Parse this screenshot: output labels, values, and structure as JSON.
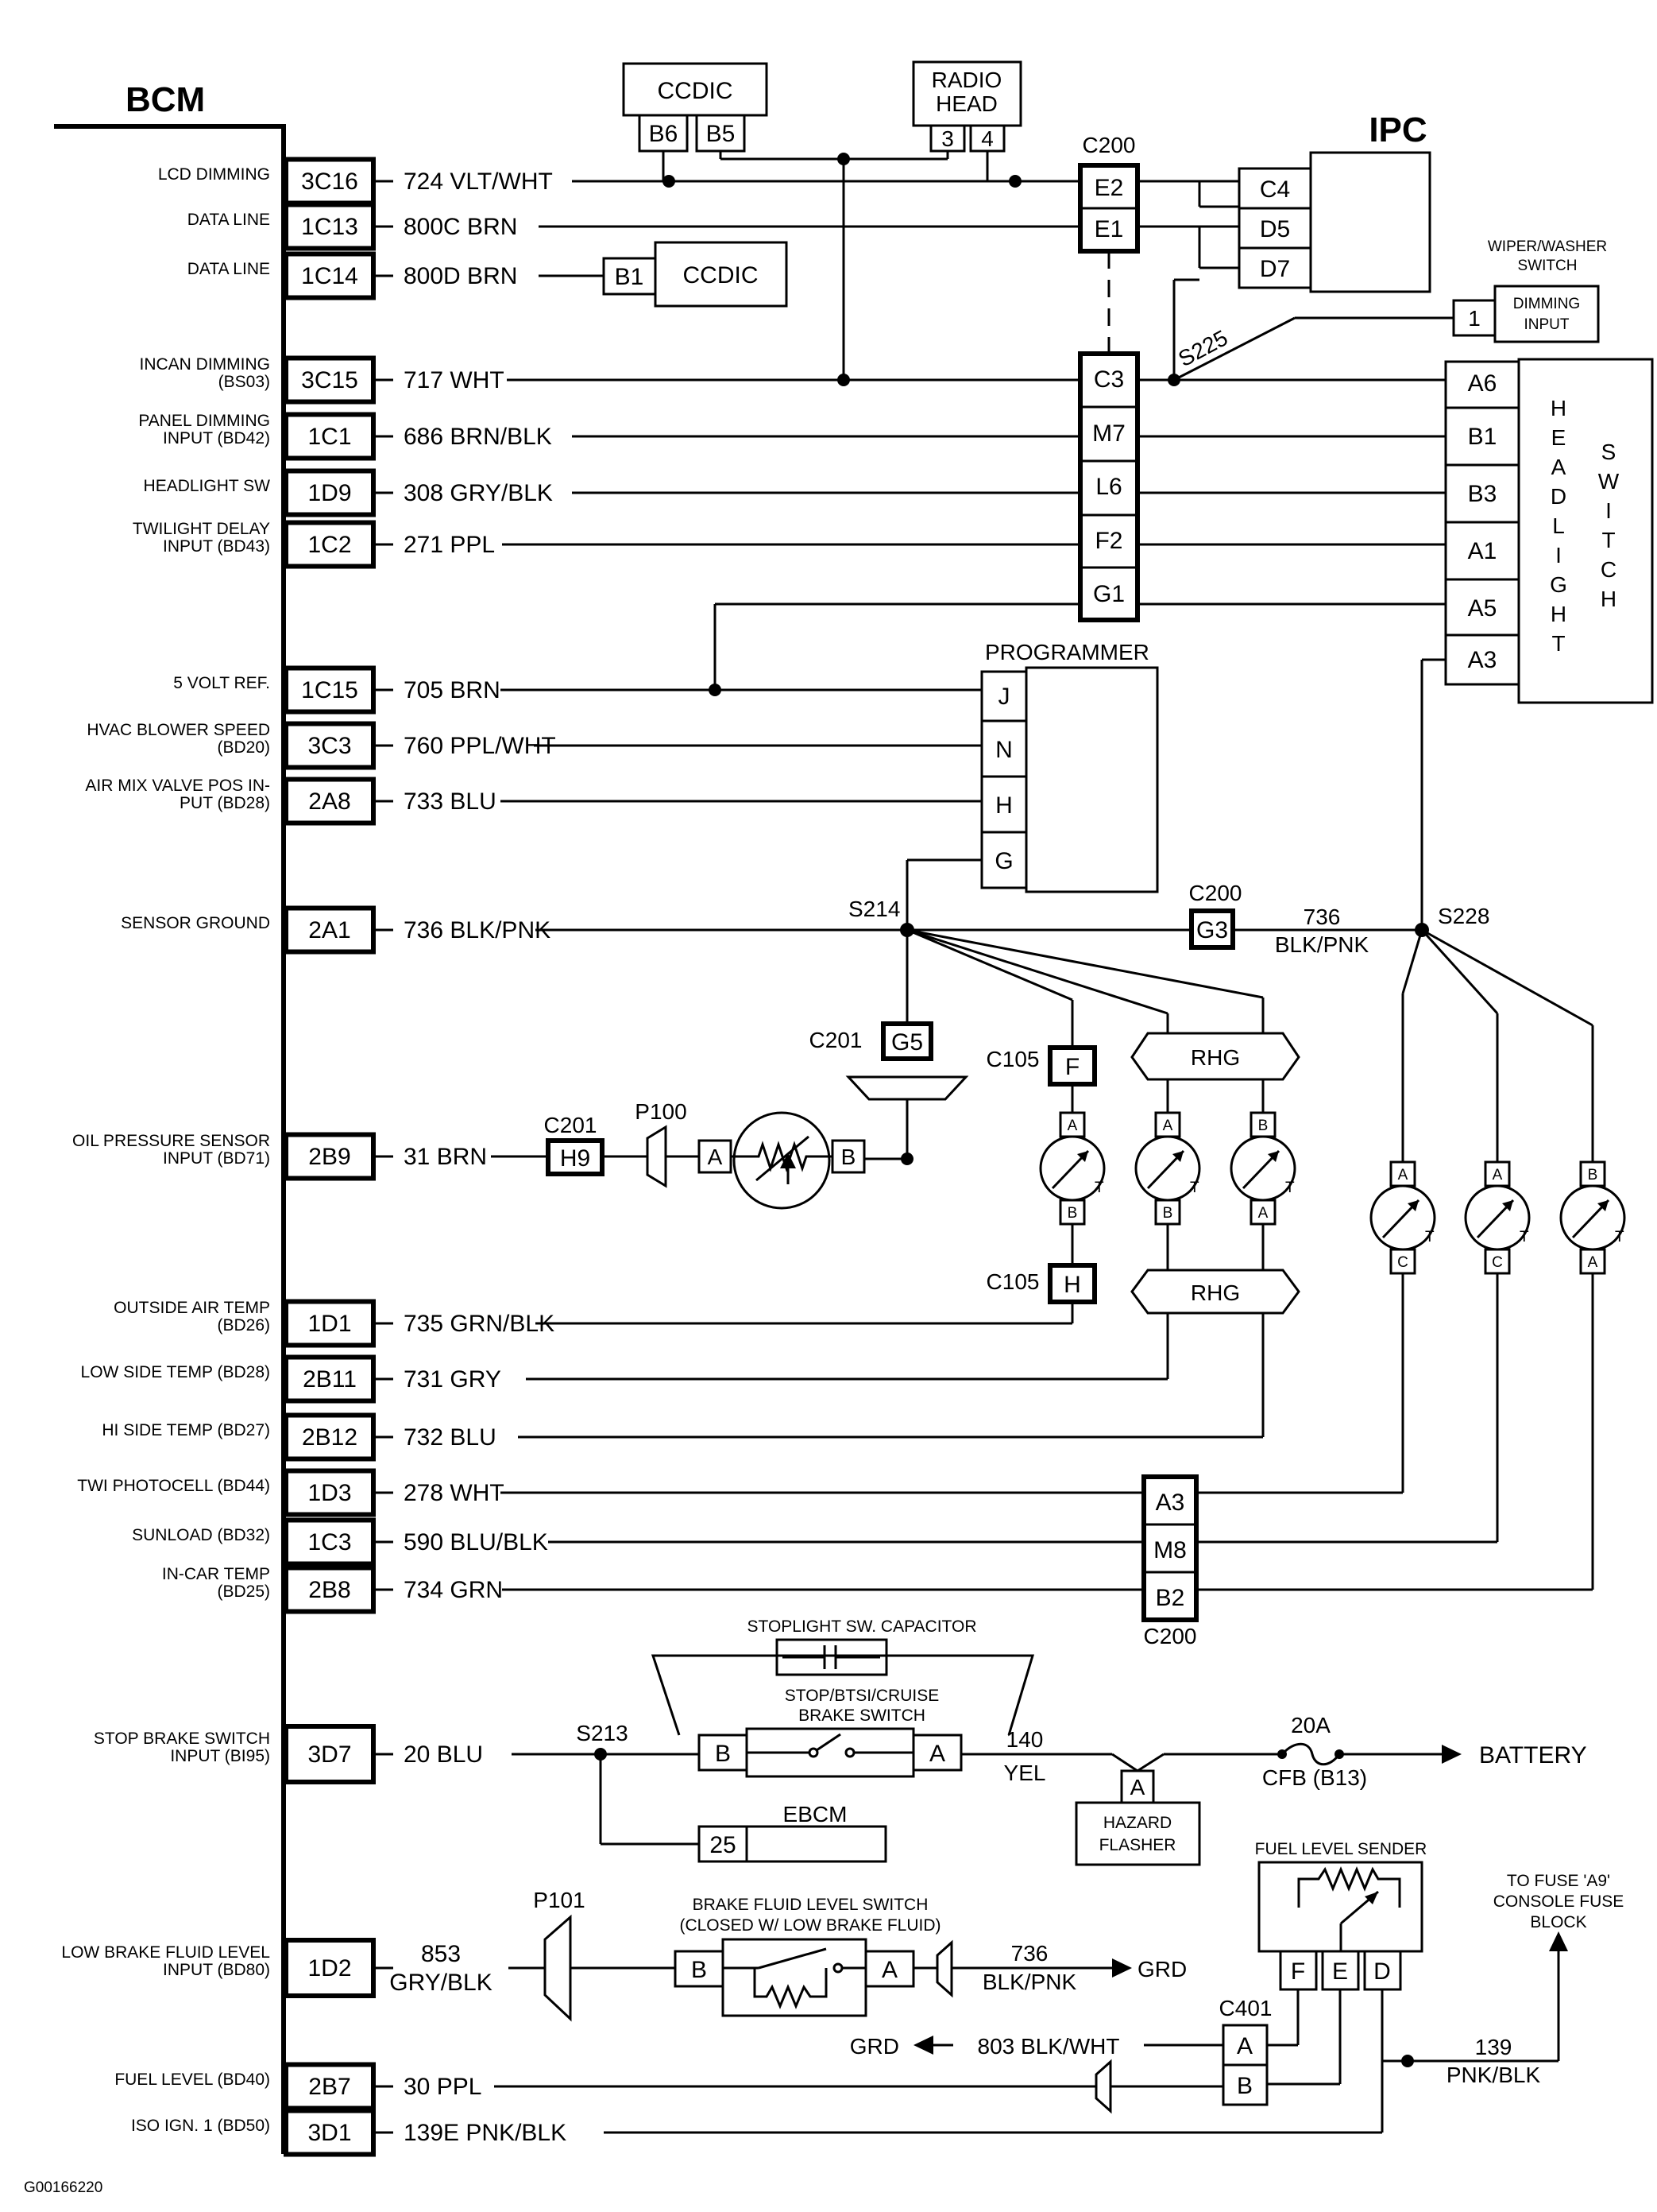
{
  "bcm": {
    "title": "BCM",
    "rows": [
      {
        "label": [
          "LCD DIMMING"
        ],
        "pin": "3C16",
        "wire": "724 VLT/WHT"
      },
      {
        "label": [
          "DATA LINE"
        ],
        "pin": "1C13",
        "wire": "800C BRN"
      },
      {
        "label": [
          "DATA LINE"
        ],
        "pin": "1C14",
        "wire": "800D BRN"
      },
      {
        "label": [
          "INCAN DIMMING",
          "(BS03)"
        ],
        "pin": "3C15",
        "wire": "717 WHT"
      },
      {
        "label": [
          "PANEL DIMMING",
          "INPUT (BD42)"
        ],
        "pin": "1C1",
        "wire": "686 BRN/BLK"
      },
      {
        "label": [
          "HEADLIGHT SW"
        ],
        "pin": "1D9",
        "wire": "308 GRY/BLK"
      },
      {
        "label": [
          "TWILIGHT DELAY",
          "INPUT (BD43)"
        ],
        "pin": "1C2",
        "wire": "271 PPL"
      },
      {
        "label": [
          "5 VOLT REF."
        ],
        "pin": "1C15",
        "wire": "705 BRN"
      },
      {
        "label": [
          "HVAC BLOWER SPEED",
          "(BD20)"
        ],
        "pin": "3C3",
        "wire": "760 PPL/WHT"
      },
      {
        "label": [
          "AIR MIX VALVE POS IN-",
          "PUT (BD28)"
        ],
        "pin": "2A8",
        "wire": "733 BLU"
      },
      {
        "label": [
          "SENSOR GROUND"
        ],
        "pin": "2A1",
        "wire": "736 BLK/PNK"
      },
      {
        "label": [
          "OIL PRESSURE SENSOR",
          "INPUT (BD71)"
        ],
        "pin": "2B9",
        "wire": "31 BRN"
      },
      {
        "label": [
          "OUTSIDE AIR TEMP",
          "(BD26)"
        ],
        "pin": "1D1",
        "wire": "735 GRN/BLK"
      },
      {
        "label": [
          "LOW SIDE TEMP (BD28)"
        ],
        "pin": "2B11",
        "wire": "731 GRY"
      },
      {
        "label": [
          "HI SIDE TEMP (BD27)"
        ],
        "pin": "2B12",
        "wire": "732 BLU"
      },
      {
        "label": [
          "TWI PHOTOCELL (BD44)"
        ],
        "pin": "1D3",
        "wire": "278 WHT"
      },
      {
        "label": [
          "SUNLOAD (BD32)"
        ],
        "pin": "1C3",
        "wire": "590 BLU/BLK"
      },
      {
        "label": [
          "IN-CAR TEMP",
          "(BD25)"
        ],
        "pin": "2B8",
        "wire": "734 GRN"
      },
      {
        "label": [
          "STOP  BRAKE  SWITCH",
          "INPUT (BI95)"
        ],
        "pin": "3D7",
        "wire": "20 BLU"
      },
      {
        "label": [
          "LOW BRAKE FLUID LEVEL",
          "INPUT (BD80)"
        ],
        "pin": "1D2",
        "wire": [
          "853",
          "GRY/BLK"
        ]
      },
      {
        "label": [
          "FUEL LEVEL (BD40)"
        ],
        "pin": "2B7",
        "wire": "30 PPL"
      },
      {
        "label": [
          "ISO IGN. 1 (BD50)"
        ],
        "pin": "3D1",
        "wire": "139E  PNK/BLK"
      }
    ]
  },
  "ccdic_top": {
    "title": "CCDIC",
    "pins": [
      "B6",
      "B5"
    ]
  },
  "radio_head": {
    "title": [
      "RADIO",
      "HEAD"
    ],
    "pins": [
      "3",
      "4"
    ]
  },
  "ccdic_mid": {
    "title": "CCDIC",
    "pin": "B1"
  },
  "ipc": {
    "title": "IPC",
    "pins": [
      "C4",
      "D5",
      "D7"
    ]
  },
  "c200_top": {
    "label": "C200",
    "pins": [
      "E2",
      "E1",
      "C3",
      "M7",
      "L6",
      "F2",
      "G1"
    ]
  },
  "splice_s225": "S225",
  "wiper_switch": {
    "title": [
      "WIPER/WASHER",
      "SWITCH"
    ],
    "pin": "1",
    "box": [
      "DIMMING",
      "INPUT"
    ]
  },
  "headlight_switch": {
    "title": [
      "H",
      "E",
      "A",
      "D",
      "L",
      "I",
      "G",
      "H",
      "T"
    ],
    "title2": [
      "S",
      "W",
      "I",
      "T",
      "C",
      "H"
    ],
    "pins": [
      "A6",
      "B1",
      "B3",
      "A1",
      "A5",
      "A3"
    ]
  },
  "programmer": {
    "title": "PROGRAMMER",
    "pins": [
      "J",
      "N",
      "H",
      "G"
    ]
  },
  "splice_s214": "S214",
  "splice_s228": "S228",
  "c200_ground": {
    "label": "C200",
    "pin": "G3",
    "wire": [
      "736",
      "BLK/PNK"
    ]
  },
  "c201_g5": {
    "label": "C201",
    "pin": "G5"
  },
  "c201_h9": {
    "label": "C201",
    "pin": "H9"
  },
  "p100": "P100",
  "oil_sensor": {
    "pins": [
      "A",
      "B"
    ]
  },
  "c105_f": {
    "label": "C105",
    "pin": "F"
  },
  "c105_h": {
    "label": "C105",
    "pin": "H"
  },
  "rhg": [
    "RHG",
    "RHG"
  ],
  "sensor_pins": {
    "s1": [
      "A",
      "B"
    ],
    "s2": [
      "A",
      "B"
    ],
    "s3": [
      "B",
      "A"
    ],
    "s4": [
      "A",
      "C"
    ],
    "s5": [
      "A",
      "C"
    ],
    "s6": [
      "B",
      "A"
    ],
    "t": "T"
  },
  "c200_bottom": {
    "label": "C200",
    "pins": [
      "A3",
      "M8",
      "B2"
    ]
  },
  "stoplight_cap": "STOPLIGHT SW. CAPACITOR",
  "brake_switch": {
    "title": [
      "STOP/BTSI/CRUISE",
      "BRAKE SWITCH"
    ],
    "pins": [
      "B",
      "A"
    ]
  },
  "splice_s213": "S213",
  "wire_140": [
    "140",
    "YEL"
  ],
  "fuse": {
    "rating": "20A",
    "label": "CFB (B13)"
  },
  "battery": "BATTERY",
  "hazard_flasher": {
    "pin": "A",
    "title": [
      "HAZARD",
      "FLASHER"
    ]
  },
  "ebcm": {
    "title": "EBCM",
    "pin": "25"
  },
  "p101": "P101",
  "brake_fluid_switch": {
    "title": [
      "BRAKE FLUID LEVEL SWITCH",
      "(CLOSED W/ LOW BRAKE FLUID)"
    ],
    "pins": [
      "B",
      "A"
    ]
  },
  "wire_736_grd": [
    "736",
    "BLK/PNK"
  ],
  "grd": [
    "GRD",
    "GRD"
  ],
  "wire_803": "803 BLK/WHT",
  "fuel_sender": {
    "title": "FUEL LEVEL SENDER",
    "pins": [
      "F",
      "E",
      "D"
    ]
  },
  "c401": {
    "label": "C401",
    "pins": [
      "A",
      "B"
    ]
  },
  "wire_139": [
    "139",
    "PNK/BLK"
  ],
  "fuse_a9": [
    "TO FUSE 'A9'",
    "CONSOLE FUSE",
    "BLOCK"
  ],
  "figure_id": "G00166220"
}
